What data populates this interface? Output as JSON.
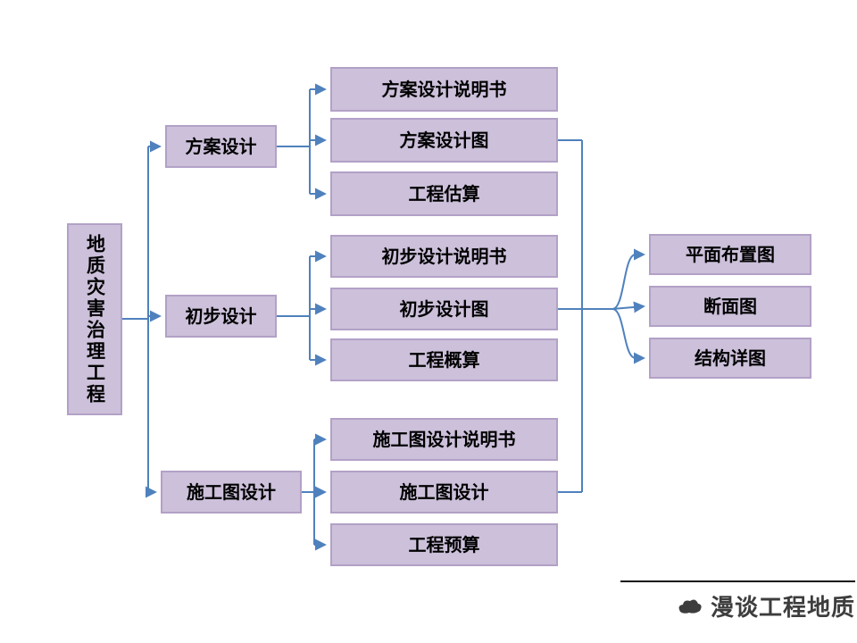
{
  "root": {
    "label": "地质灾害治理工程"
  },
  "phases": [
    {
      "label": "方案设计",
      "docs": [
        "方案设计说明书",
        "方案设计图",
        "工程估算"
      ]
    },
    {
      "label": "初步设计",
      "docs": [
        "初步设计说明书",
        "初步设计图",
        "工程概算"
      ]
    },
    {
      "label": "施工图设计",
      "docs": [
        "施工图设计说明书",
        "施工图设计",
        "工程预算"
      ]
    }
  ],
  "outputs": [
    "平面布置图",
    "断面图",
    "结构详图"
  ],
  "footer": {
    "brand": "漫谈工程地质"
  },
  "colors": {
    "box_fill": "#ccc0da",
    "box_border": "#b2a1c7",
    "connector": "#4f81bd",
    "footer_rule": "#111111",
    "brand_text": "#3d3d3d"
  }
}
